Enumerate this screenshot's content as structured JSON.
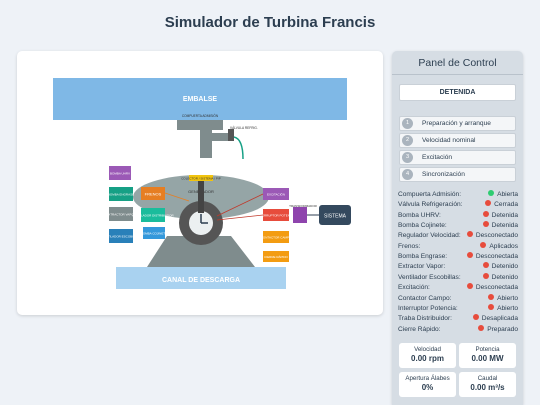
{
  "title": "Simulador de Turbina Francis",
  "diagram": {
    "embalse": "EMBALSE",
    "compuerta": "COMPUERTA ADMISIÓN",
    "valvula": "VÁLVULA\nREFRIG.",
    "canal": "CANAL DE DESCARGA",
    "generador": "GENERADOR",
    "colector": "COLECTOR / SISTEMA / PIP",
    "transformador": "TRANSFORMADOR",
    "sistema": "SISTEMA",
    "left_boxes": [
      "BOMBA UHRV",
      "BOMBA ENGRASE",
      "EXTRACTOR VAPOR",
      "VENTILADOR ESCOBILLAS"
    ],
    "freno": "FRENOS",
    "distribuidor": "REGULADOR DISTRIBUIDOR",
    "right_boxes": [
      "EXCITACIÓN",
      "INTERRUPTOR POTENCIA",
      "CONTACTOR CAMPO",
      "CIERRE RÁPIDO"
    ],
    "cojinete": "BOMBA COJINETE",
    "traba": "TRABA DISTRIBUIDOR"
  },
  "panel": {
    "title": "Panel de Control",
    "state": "DETENIDA",
    "steps": [
      {
        "num": "1",
        "label": "Preparación y arranque"
      },
      {
        "num": "2",
        "label": "Velocidad nominal"
      },
      {
        "num": "3",
        "label": "Excitación"
      },
      {
        "num": "4",
        "label": "Sincronización"
      }
    ],
    "status": [
      {
        "label": "Compuerta Admisión:",
        "value": "Abierta",
        "color": "#2ecc71"
      },
      {
        "label": "Válvula Refrigeración:",
        "value": "Cerrada",
        "color": "#e74c3c"
      },
      {
        "label": "Bomba UHRV:",
        "value": "Detenida",
        "color": "#e74c3c"
      },
      {
        "label": "Bomba Cojinete:",
        "value": "Detenida",
        "color": "#e74c3c"
      },
      {
        "label": "Regulador Velocidad:",
        "value": "Desconectado",
        "color": "#e74c3c"
      },
      {
        "label": "Frenos:",
        "value": "Aplicados",
        "color": "#e74c3c"
      },
      {
        "label": "Bomba Engrase:",
        "value": "Desconectada",
        "color": "#e74c3c"
      },
      {
        "label": "Extractor Vapor:",
        "value": "Detenido",
        "color": "#e74c3c"
      },
      {
        "label": "Ventilador Escobillas:",
        "value": "Detenido",
        "color": "#e74c3c"
      },
      {
        "label": "Excitación:",
        "value": "Desconectada",
        "color": "#e74c3c"
      },
      {
        "label": "Contactor Campo:",
        "value": "Abierto",
        "color": "#e74c3c"
      },
      {
        "label": "Interruptor Potencia:",
        "value": "Abierto",
        "color": "#e74c3c"
      },
      {
        "label": "Traba Distribuidor:",
        "value": "Desaplicada",
        "color": "#e74c3c"
      },
      {
        "label": "Cierre Rápido:",
        "value": "Preparado",
        "color": "#e74c3c"
      }
    ],
    "metrics": [
      {
        "label": "Velocidad",
        "value": "0.00 rpm"
      },
      {
        "label": "Potencia",
        "value": "0.00 MW"
      },
      {
        "label": "Apertura Álabes",
        "value": "0%"
      },
      {
        "label": "Caudal",
        "value": "0.00 m³/s"
      }
    ]
  }
}
